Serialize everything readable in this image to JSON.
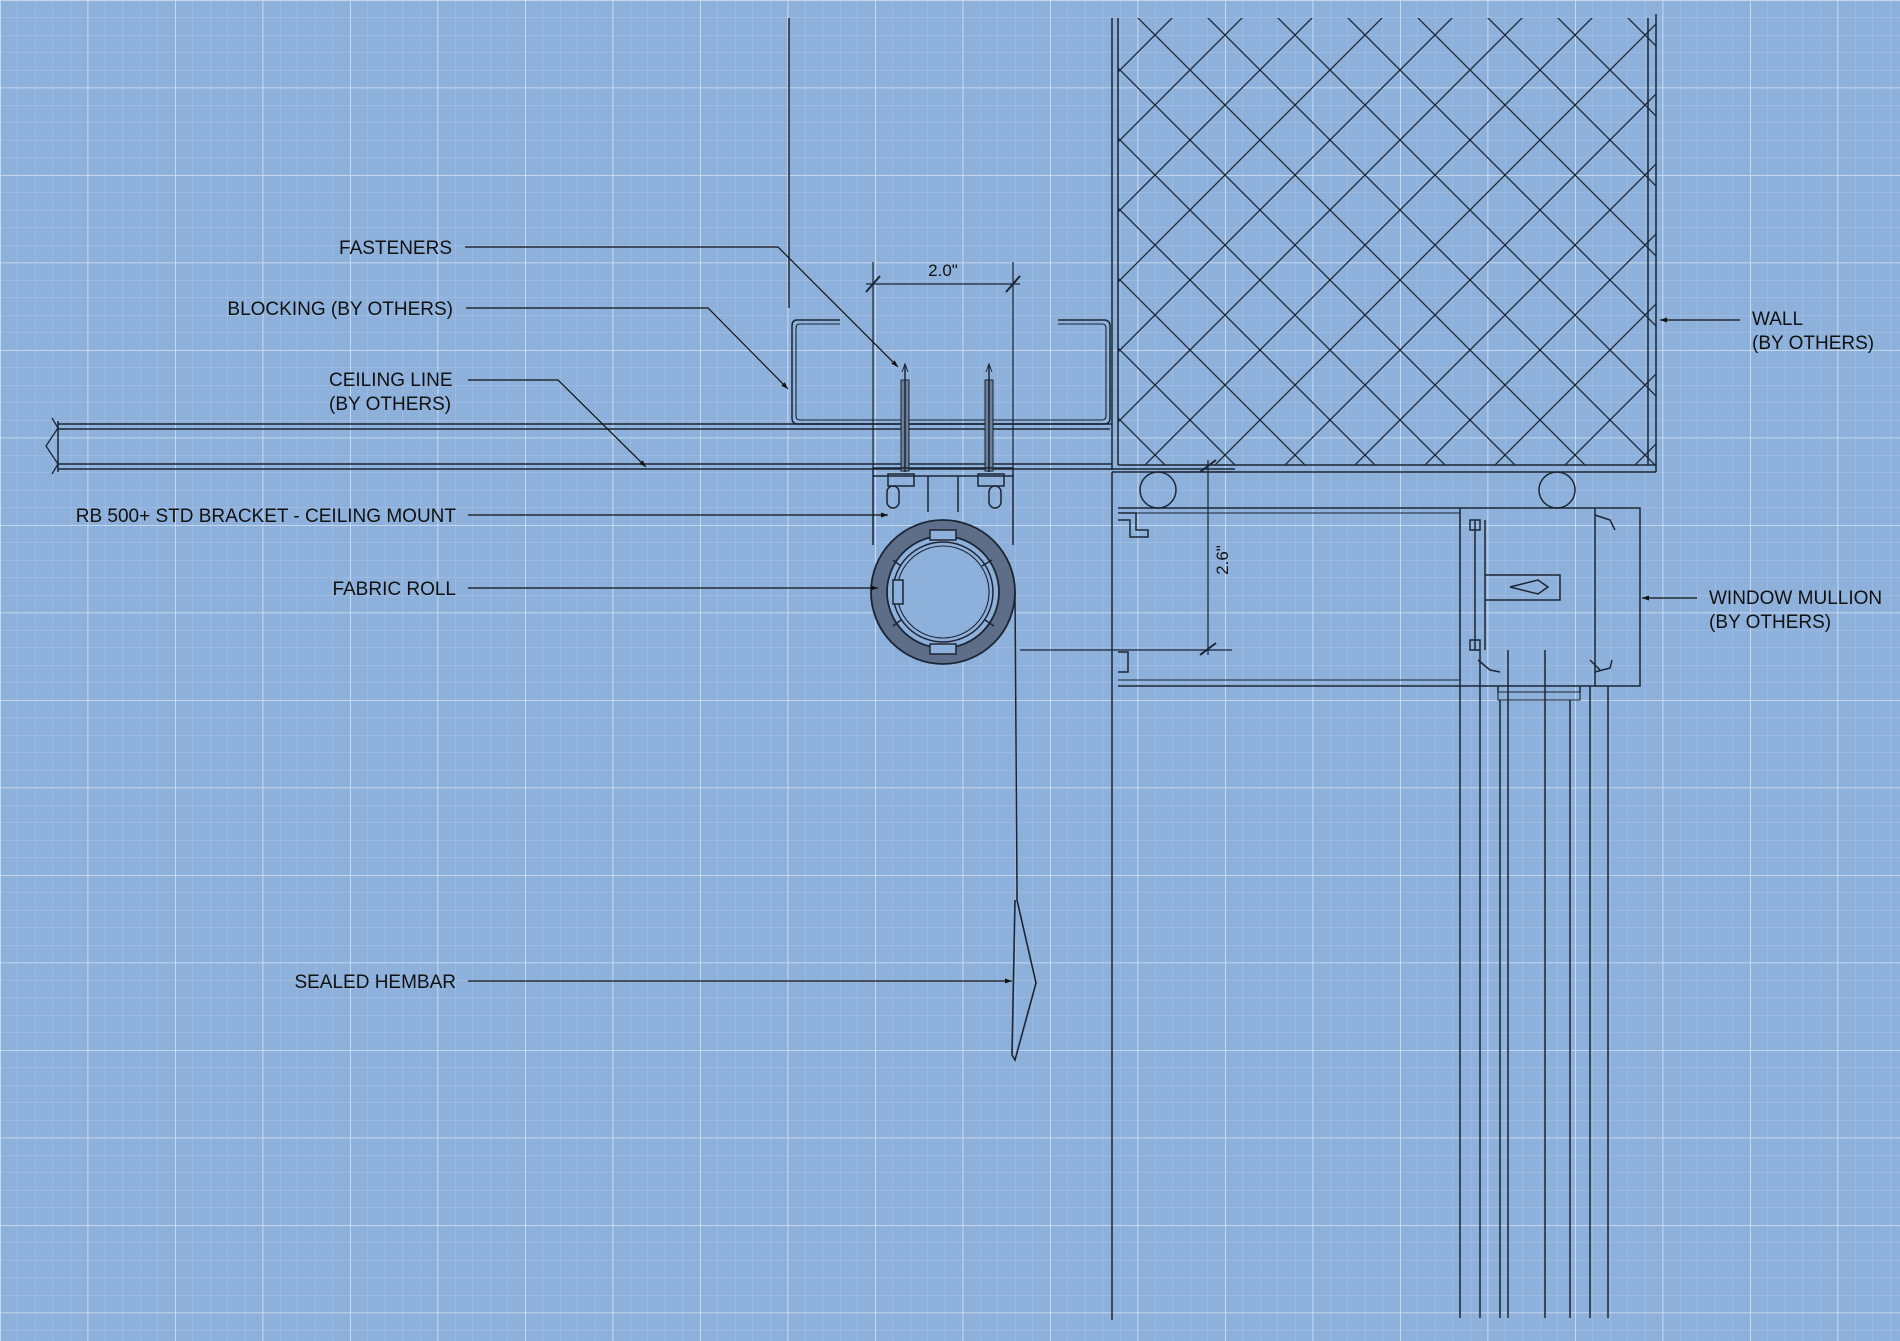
{
  "labels": {
    "fasteners": "FASTENERS",
    "blocking": "BLOCKING (BY OTHERS)",
    "ceiling_line_1": "CEILING LINE",
    "ceiling_line_2": "(BY OTHERS)",
    "bracket": "RB 500+ STD BRACKET - CEILING MOUNT",
    "fabric_roll": "FABRIC ROLL",
    "sealed_hembar": "SEALED HEMBAR",
    "wall_1": "WALL",
    "wall_2": "(BY OTHERS)",
    "mullion_1": "WINDOW MULLION",
    "mullion_2": "(BY OTHERS)"
  },
  "dimensions": {
    "bracket_width": "2.0\"",
    "mullion_clearance": "2.6\""
  },
  "colors": {
    "background": "#8eb1dc",
    "grid_minor": "#a9c4e6",
    "grid_major": "#d6e4f5",
    "line": "#1b2533"
  }
}
